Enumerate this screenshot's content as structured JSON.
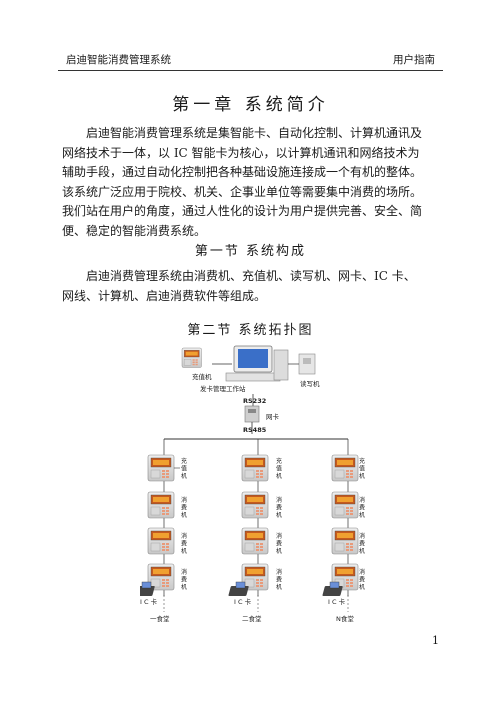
{
  "header": {
    "left": "启迪智能消费管理系统",
    "right": "用户指南"
  },
  "chapter": {
    "title": "第一章  系统简介"
  },
  "intro": {
    "lines": [
      "启迪智能消费管理系统是集智能卡、自动化控制、计算机通讯及",
      "网络技术于一体，以 IC 智能卡为核心，以计算机通讯和网络技术为",
      "辅助手段，通过自动化控制把各种基础设施连接成一个有机的整体。",
      "该系统广泛应用于院校、机关、企事业单位等需要集中消费的场所。",
      "我们站在用户的角度，通过人性化的设计为用户提供完善、安全、简",
      "便、稳定的智能消费系统。"
    ]
  },
  "section1": {
    "title": "第一节  系统构成"
  },
  "components": {
    "lines": [
      "启迪消费管理系统由消费机、充值机、读写机、网卡、IC 卡、",
      "网线、计算机、启迪消费软件等组成。"
    ]
  },
  "section2": {
    "title": "第二节  系统拓扑图"
  },
  "topology": {
    "recharge_top": "充值机",
    "workstation": "发卡管理工作站",
    "reader": "读写机",
    "rs232": "RS232",
    "netcard": "网卡",
    "rs485": "RS485",
    "col_recharge": "充值机",
    "col_consume": "消费机",
    "ic_card": "I C 卡",
    "canteens": [
      "一食堂",
      "二食堂",
      "N食堂"
    ]
  },
  "page_number": "1"
}
